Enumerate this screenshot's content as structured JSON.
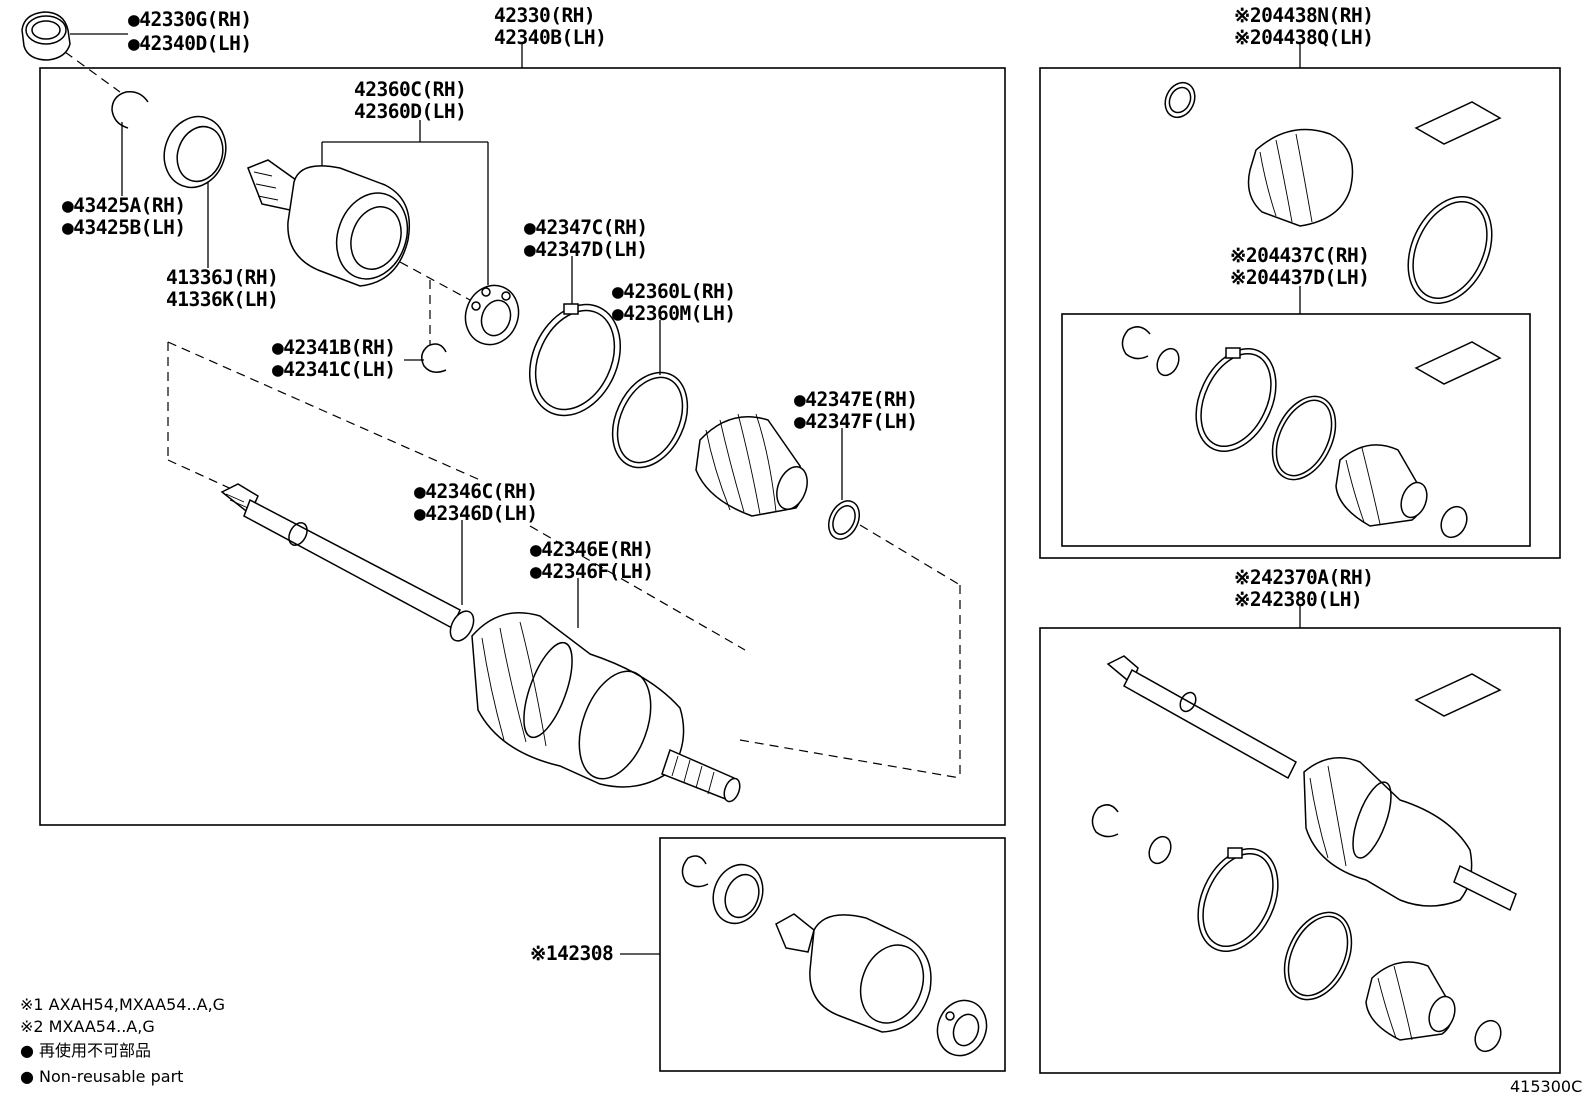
{
  "labels": {
    "l_42330g": "●42330G(RH)",
    "l_42340d": "●42340D(LH)",
    "l_42330": "42330(RH)",
    "l_42340b": "42340B(LH)",
    "l_42360c": "42360C(RH)",
    "l_42360d": "42360D(LH)",
    "l_43425a": "●43425A(RH)",
    "l_43425b": "●43425B(LH)",
    "l_41336j": "41336J(RH)",
    "l_41336k": "41336K(LH)",
    "l_42347c": "●42347C(RH)",
    "l_42347d": "●42347D(LH)",
    "l_42360l": "●42360L(RH)",
    "l_42360m": "●42360M(LH)",
    "l_42341b": "●42341B(RH)",
    "l_42341c": "●42341C(LH)",
    "l_42347e": "●42347E(RH)",
    "l_42347f": "●42347F(LH)",
    "l_42346c": "●42346C(RH)",
    "l_42346d": "●42346D(LH)",
    "l_42346e": "●42346E(RH)",
    "l_42346f": "●42346F(LH)",
    "l_04438n": "※204438N(RH)",
    "l_04438q": "※204438Q(LH)",
    "l_04437c": "※204437C(RH)",
    "l_04437d": "※204437D(LH)",
    "l_42370a": "※242370A(RH)",
    "l_42380": "※242380(LH)",
    "l_42308": "※142308"
  },
  "notes": {
    "n1": "※1  AXAH54,MXAA54..A,G",
    "n2": "※2  MXAA54..A,G",
    "n3": "●  再使用不可部品",
    "n4": "●  Non-reusable part"
  },
  "diagram_code": "415300C"
}
